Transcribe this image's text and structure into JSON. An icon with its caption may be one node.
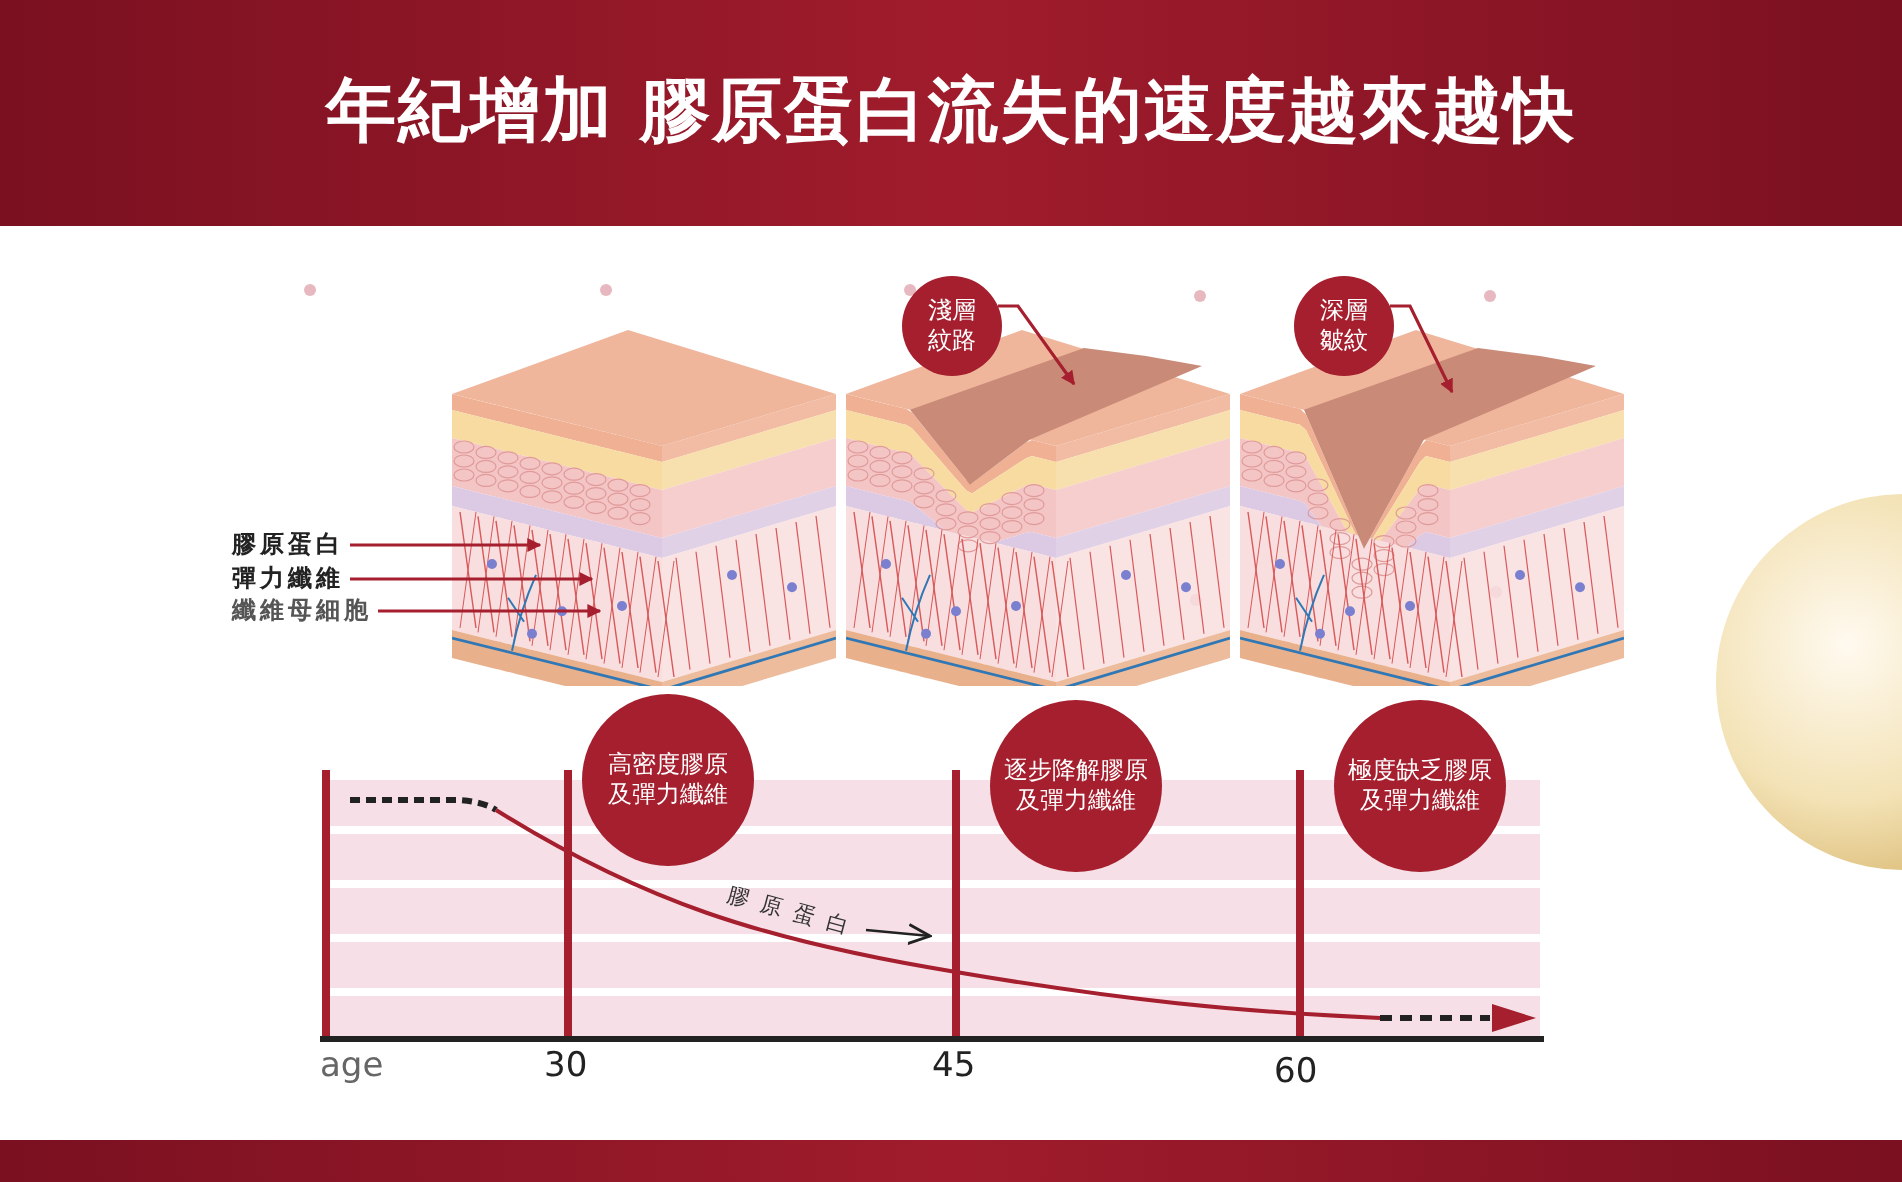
{
  "diagram": {
    "title": "年紀增加 膠原蛋白流失的速度越來越快",
    "nodes": [
      {
        "text": [],
        "shape": "picture"
      },
      {
        "text": [],
        "shape": "picture"
      },
      {
        "text": [],
        "shape": "picture"
      },
      {
        "text": [
          "膠原蛋白"
        ]
      },
      {
        "text": [
          "彈力纖維"
        ]
      },
      {
        "text": [
          "纖維母細胞"
        ]
      },
      {
        "text": [
          "淺層紋路"
        ]
      },
      {
        "text": [
          "深層皺紋"
        ]
      },
      {
        "text": [
          "高密度膠原及彈力纖維"
        ]
      },
      {
        "text": [
          "逐步降解膠原及彈力纖維"
        ]
      },
      {
        "text": [
          "極度缺乏膠原及彈力纖維"
        ]
      }
    ],
    "edges": [
      {
        "from": 3,
        "to": 0,
        "arrow": "to"
      },
      {
        "from": 4,
        "to": 0,
        "arrow": "to"
      },
      {
        "from": 5,
        "to": 0,
        "arrow": "to"
      },
      {
        "from": 6,
        "to": 1,
        "arrow": "to"
      },
      {
        "from": 7,
        "to": 2,
        "arrow": "to"
      }
    ],
    "labels": [
      "膠原蛋白",
      "age",
      "30",
      "45",
      "60"
    ]
  }
}
